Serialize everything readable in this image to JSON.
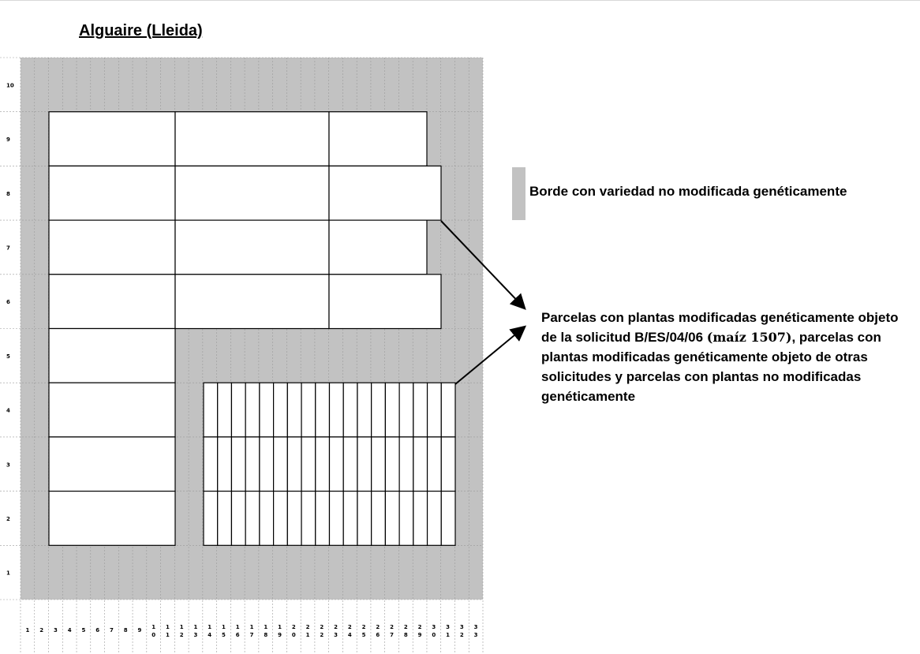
{
  "title": "Alguaire (Lleida)",
  "colors": {
    "border_gray": "#c2c2c2",
    "plot_fill": "#ffffff",
    "line": "#000000",
    "grid_dash": "#9a9a9a"
  },
  "y_axis_labels": [
    "10",
    "9",
    "8",
    "7",
    "6",
    "5",
    "4",
    "3",
    "2",
    "1"
  ],
  "x_axis_labels": [
    [
      "1"
    ],
    [
      "2"
    ],
    [
      "3"
    ],
    [
      "4"
    ],
    [
      "5"
    ],
    [
      "6"
    ],
    [
      "7"
    ],
    [
      "8"
    ],
    [
      "9"
    ],
    [
      "1",
      "0"
    ],
    [
      "1",
      "1"
    ],
    [
      "1",
      "2"
    ],
    [
      "1",
      "3"
    ],
    [
      "1",
      "4"
    ],
    [
      "1",
      "5"
    ],
    [
      "1",
      "6"
    ],
    [
      "1",
      "7"
    ],
    [
      "1",
      "8"
    ],
    [
      "1",
      "9"
    ],
    [
      "2",
      "0"
    ],
    [
      "2",
      "1"
    ],
    [
      "2",
      "2"
    ],
    [
      "2",
      "3"
    ],
    [
      "2",
      "4"
    ],
    [
      "2",
      "5"
    ],
    [
      "2",
      "6"
    ],
    [
      "2",
      "7"
    ],
    [
      "2",
      "8"
    ],
    [
      "2",
      "9"
    ],
    [
      "3",
      "0"
    ],
    [
      "3",
      "1"
    ],
    [
      "3",
      "2"
    ],
    [
      "3",
      "3"
    ]
  ],
  "legend": {
    "border_label": "Borde con variedad no modificada genéticamente"
  },
  "plots_description": {
    "part1": "Parcelas con plantas modificadas genéticamente objeto de la solicitud B/ES/04/06 ",
    "highlight": "(maíz 1507)",
    "part2": ", parcelas con plantas modificadas genéticamente objeto de otras solicitudes y parcelas con plantas no modificadas genéticamente"
  }
}
